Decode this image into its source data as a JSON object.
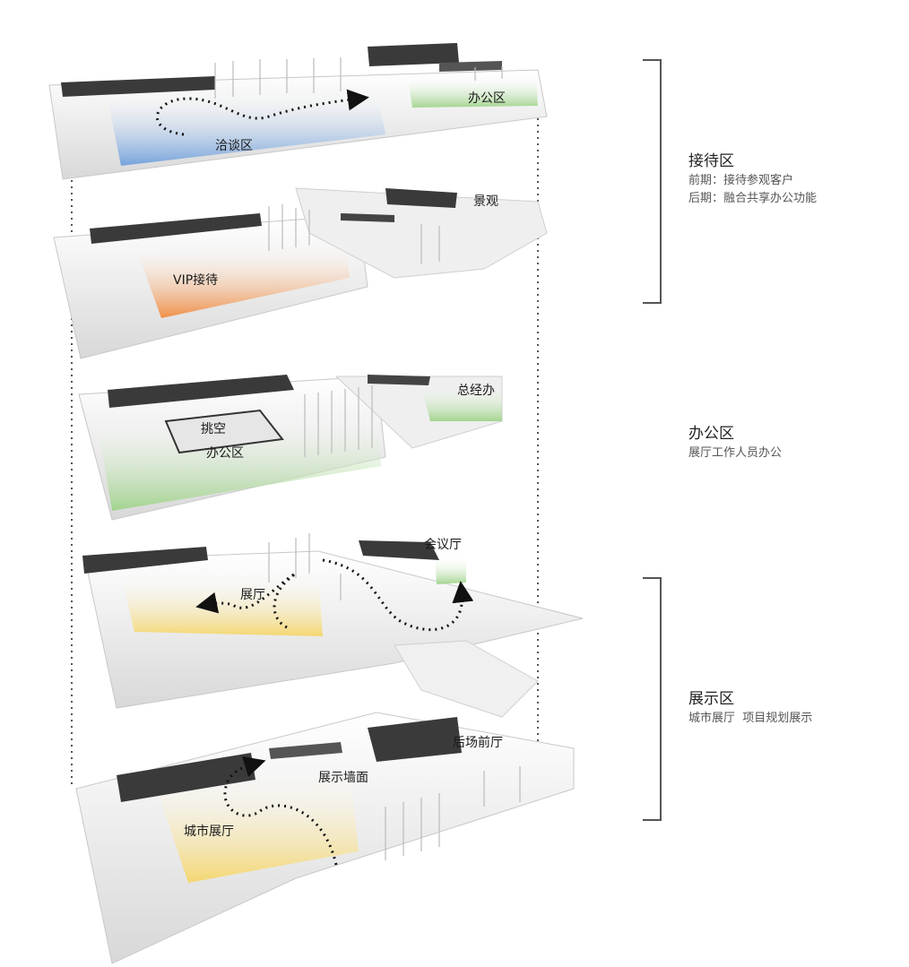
{
  "floors": [
    {
      "labels": [
        "洽谈区",
        "办公区"
      ]
    },
    {
      "labels": [
        "VIP接待",
        "景观"
      ]
    },
    {
      "labels": [
        "挑空",
        "办公区",
        "总经办"
      ]
    },
    {
      "labels": [
        "展厅",
        "会议厅"
      ]
    },
    {
      "labels": [
        "城市展厅",
        "展示墙面",
        "后场前厅"
      ]
    }
  ],
  "zones": [
    {
      "title": "接待区",
      "lines": [
        "前期：接待参观客户",
        "后期：融合共享办公功能"
      ]
    },
    {
      "title": "办公区",
      "lines": [
        "展厅工作人员办公"
      ]
    },
    {
      "title": "展示区",
      "lines": [
        "城市展厅  项目规划展示"
      ]
    }
  ],
  "colors": {
    "negotiation": "#6f9fdc",
    "vip": "#f08a3e",
    "office": "#9fd38a",
    "exhibition": "#f5d66a",
    "dark_roof": "#3a3a3a",
    "bracket": "#555555"
  }
}
